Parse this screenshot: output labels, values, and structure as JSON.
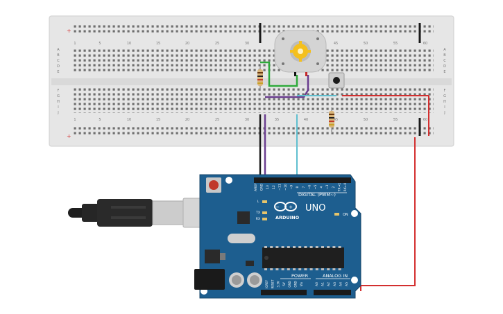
{
  "breadboard": {
    "column_numbers": [
      "1",
      "5",
      "10",
      "15",
      "20",
      "25",
      "30",
      "35",
      "40",
      "45",
      "50",
      "55",
      "60"
    ],
    "row_letters_top": [
      "A",
      "B",
      "C",
      "D",
      "E"
    ],
    "row_letters_bottom": [
      "F",
      "G",
      "H",
      "I",
      "J"
    ],
    "rail_plus": "+",
    "rail_minus": "−"
  },
  "arduino": {
    "brand": "ARDUINO",
    "model": "UNO",
    "digital_label": "DIGITAL (PWM~)",
    "power_label": "POWER",
    "analog_label": "ANALOG IN",
    "on_label": "ON",
    "led_labels": [
      "L",
      "TX",
      "RX"
    ],
    "digital_pins": [
      "AREF",
      "GND",
      "13",
      "12",
      "~11",
      "~10",
      "~9",
      "8",
      "7",
      "~6",
      "~5",
      "4",
      "~3",
      "2",
      "TX→1",
      "RX←0"
    ],
    "power_pins": [
      "IOREF",
      "RESET",
      "3.3V",
      "5V",
      "GND",
      "GND",
      "Vin"
    ],
    "analog_pins": [
      "A0",
      "A1",
      "A2",
      "A3",
      "A4",
      "A5"
    ]
  },
  "colors": {
    "breadboard": "#e6e6e6",
    "board": "#1d5e8f",
    "wire_black": "#1a1a1a",
    "wire_purple": "#6a3d8f",
    "wire_cyan": "#5fbfcf",
    "wire_red": "#d32f2f",
    "wire_green": "#2eaa3a"
  },
  "icons": [
    "usb-cable-icon",
    "dc-motor-icon",
    "pushbutton-icon",
    "resistor-icon",
    "reset-button-icon",
    "arduino-logo-icon",
    "microcontroller-chip-icon"
  ]
}
